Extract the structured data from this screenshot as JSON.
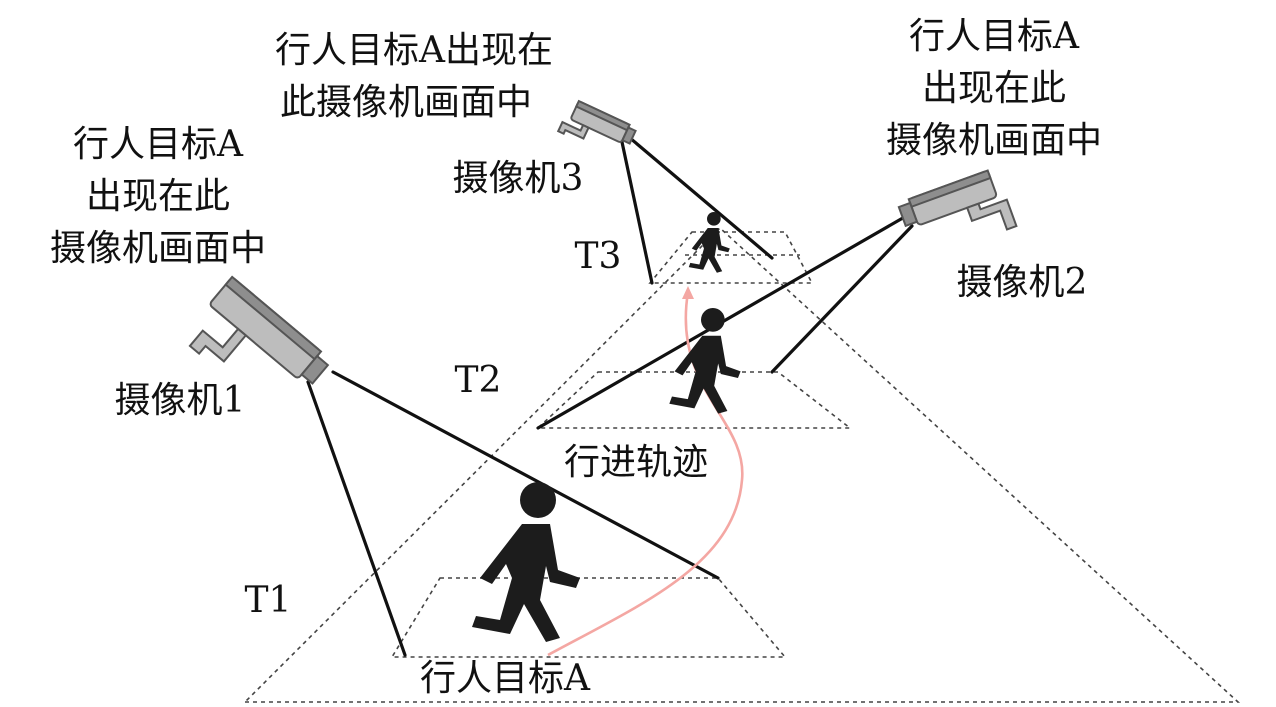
{
  "labels": {
    "cam1_caption": [
      "行人目标A",
      "出现在此",
      "摄像机画面中"
    ],
    "cam3_caption": [
      "行人目标A出现在",
      "此摄像机画面中"
    ],
    "cam2_caption": [
      "行人目标A",
      "出现在此",
      "摄像机画面中"
    ],
    "cam1_name": "摄像机1",
    "cam2_name": "摄像机2",
    "cam3_name": "摄像机3",
    "t1": "T1",
    "t2": "T2",
    "t3": "T3",
    "trajectory": "行进轨迹",
    "pedestrian": "行人目标A"
  },
  "colors": {
    "trajectory": "#f4a7a3",
    "lines": "#111111",
    "camera_body": "#bdbdbd",
    "camera_dark": "#8e8e8e",
    "person": "#1c1c1c"
  },
  "icons": [
    "camera-icon",
    "pedestrian-icon",
    "arrowhead-icon"
  ]
}
